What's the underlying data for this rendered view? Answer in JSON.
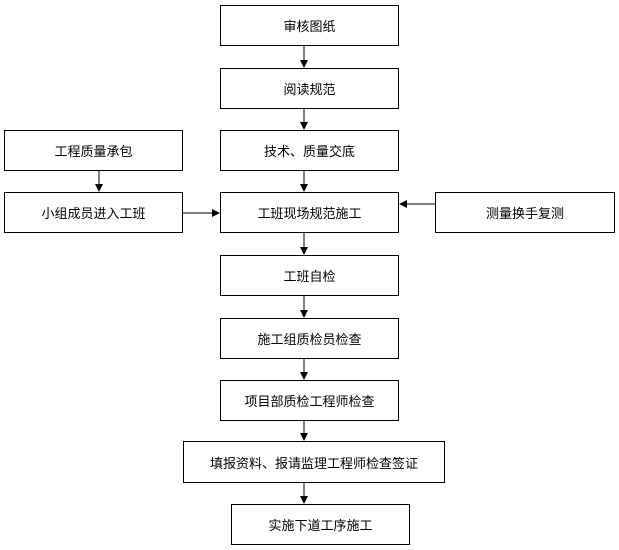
{
  "flowchart": {
    "steps": {
      "review_drawings": "审核图纸",
      "read_specs": "阅读规范",
      "tech_quality_briefing": "技术、质量交底",
      "standard_construction": "工班现场规范施工",
      "team_self_check": "工班自检",
      "team_qc_inspection": "施工组质检员检查",
      "dept_qc_engineer_inspection": "项目部质检工程师检查",
      "fill_report_supervisor_sign": "填报资料、报请监理工程师检查签证",
      "next_process": "实施下道工序施工"
    },
    "side_inputs": {
      "quality_contracting": "工程质量承包",
      "team_members_join": "小组成员进入工班",
      "measurement_recheck": "测量换手复测"
    },
    "colors": {
      "line": "#000000",
      "box_border": "#000000",
      "background": "#ffffff"
    }
  }
}
